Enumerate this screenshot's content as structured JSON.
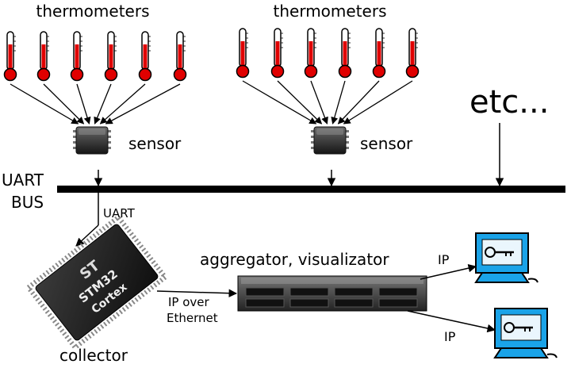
{
  "groups": [
    {
      "title": "thermometers",
      "sensor_label": "sensor"
    },
    {
      "title": "thermometers",
      "sensor_label": "sensor"
    }
  ],
  "etc_label": "etc...",
  "bus_label_line1": "UART",
  "bus_label_line2": "BUS",
  "uart_link_label": "UART",
  "collector": {
    "label": "collector",
    "chip_brand": "ST",
    "chip_model": "STM32",
    "chip_core": "Cortex"
  },
  "server_label": "aggregator, visualizator",
  "ethernet_label_line1": "IP over",
  "ethernet_label_line2": "Ethernet",
  "client_links": [
    {
      "label": "IP"
    },
    {
      "label": "IP"
    }
  ],
  "colors": {
    "thermometer_fill": "#e00000",
    "terminal_blue": "#1aa3e8",
    "chip_dark": "#1e1e1e",
    "server_dark": "#2a2a2a",
    "bus": "#000000"
  }
}
